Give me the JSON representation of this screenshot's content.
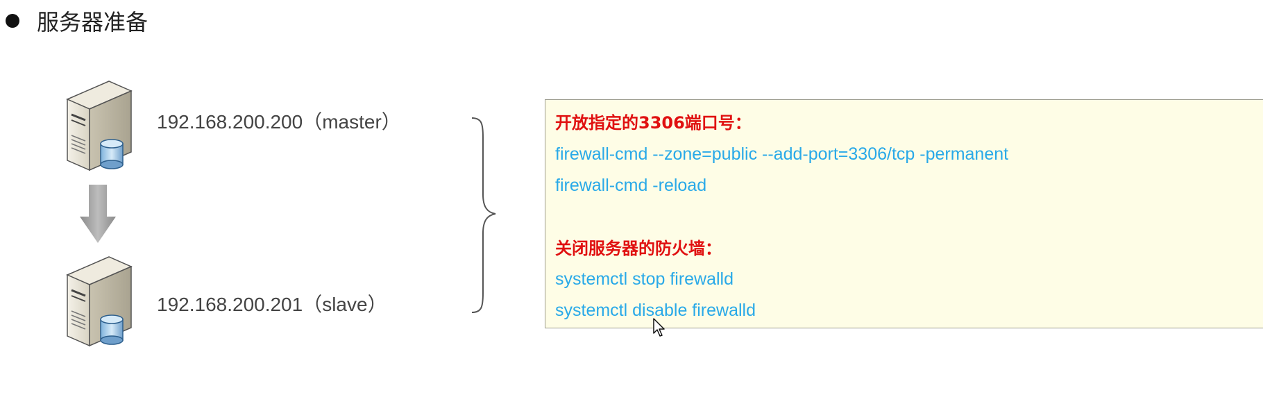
{
  "header": {
    "title": "服务器准备"
  },
  "servers": [
    {
      "label": "192.168.200.200（master）",
      "icon": "database-server-icon"
    },
    {
      "label": "192.168.200.201（slave）",
      "icon": "database-server-icon"
    }
  ],
  "notes": {
    "open_port_heading": "开放指定的3306端口号：",
    "open_port_commands": [
      "firewall-cmd --zone=public --add-port=3306/tcp -permanent",
      "firewall-cmd -reload"
    ],
    "close_firewall_heading": "关闭服务器的防火墙：",
    "close_firewall_commands": [
      "systemctl  stop  firewalld",
      "systemctl  disable  firewalld"
    ]
  },
  "colors": {
    "heading_red": "#e01010",
    "command_blue": "#29a9e8",
    "note_background": "#fefde6"
  }
}
